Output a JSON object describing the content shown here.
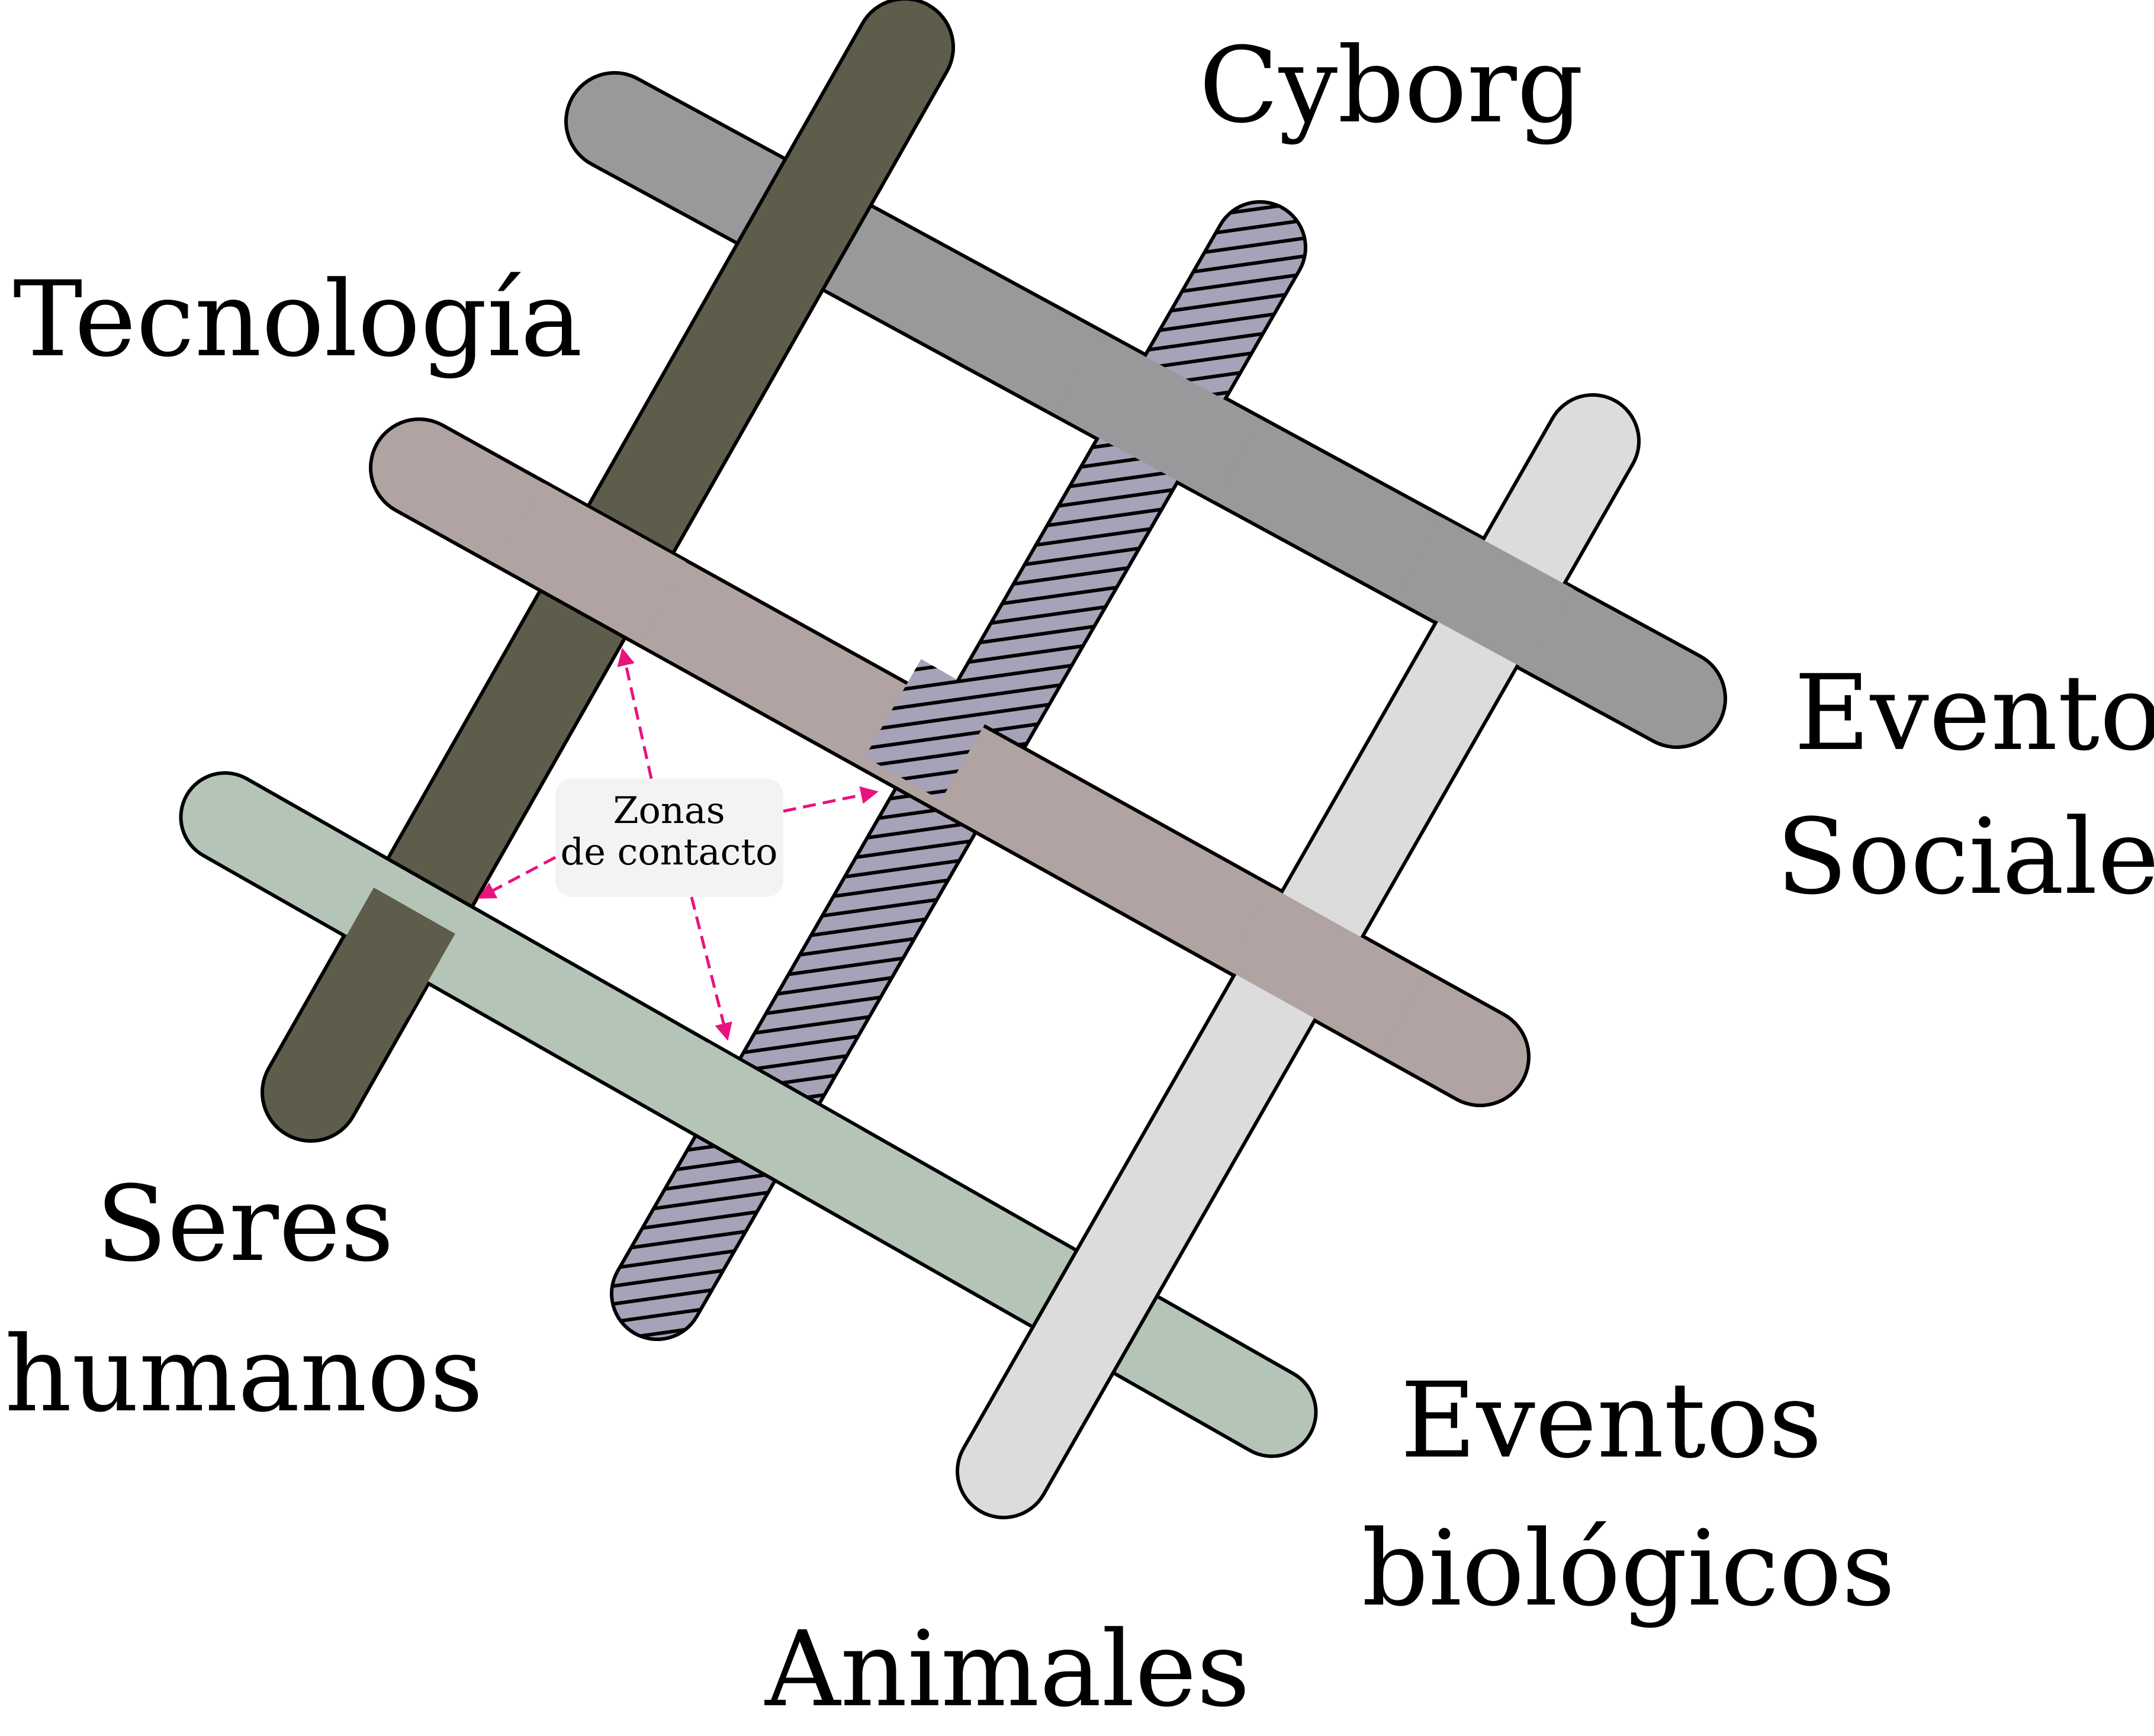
{
  "labels": {
    "cyborg": "Cyborg",
    "tecnologia": "Tecnología",
    "eventos_sociales_line1": "Eventos",
    "eventos_sociales_line2": "Sociales",
    "seres_humanos_line1": "Seres",
    "seres_humanos_line2": "humanos",
    "eventos_biologicos_line1": "Eventos",
    "eventos_biologicos_line2": "biológicos",
    "animales": "Animales",
    "zonas_line1": "Zonas",
    "zonas_line2": "de contacto"
  },
  "colors": {
    "tecnologia_strip": "#5e5c4b",
    "eventos_sociales_strip": "#98999b",
    "cyborg_strip": "#a7a2b7",
    "seres_humanos_strip": "#b0a3a1",
    "animales_strip": "#b4c5b8",
    "eventos_biologicos_strip": "#dcdcdd",
    "contact_arrows": "#e8137f",
    "contact_box": "#f3f3f3",
    "outline": "#000000"
  }
}
